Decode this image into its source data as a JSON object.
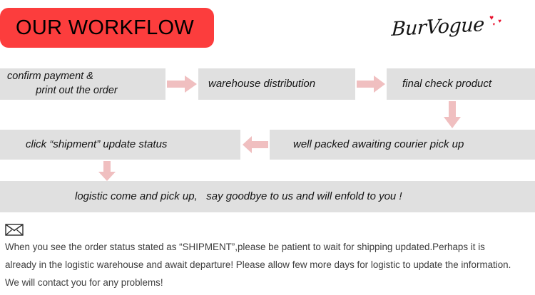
{
  "header": {
    "title": "OUR WORKFLOW",
    "banner_color": "#fc3d3d",
    "brand": "BurVogue",
    "heart_glyph": "♥"
  },
  "workflow": {
    "box_color": "#e0e0e0",
    "arrow_color": "#f0bfc0",
    "steps": [
      {
        "id": "confirm-payment",
        "line1": "confirm payment &",
        "line2": "          print out the order"
      },
      {
        "id": "warehouse-distribution",
        "label": "warehouse distribution"
      },
      {
        "id": "final-check-product",
        "label": "final check product"
      },
      {
        "id": "well-packed",
        "label": "well packed awaiting courier pick up"
      },
      {
        "id": "click-shipment",
        "label": "click “shipment” update status"
      },
      {
        "id": "logistic-pickup",
        "label": "logistic come and pick up,   say goodbye to us and will enfold to you !"
      }
    ],
    "arrows": [
      {
        "id": "arrow-right-1",
        "direction": "right"
      },
      {
        "id": "arrow-right-2",
        "direction": "right"
      },
      {
        "id": "arrow-down-1",
        "direction": "down"
      },
      {
        "id": "arrow-left-1",
        "direction": "left"
      },
      {
        "id": "arrow-down-2",
        "direction": "down"
      }
    ]
  },
  "note": {
    "icon": "envelope-icon",
    "lines": [
      "When you see the order status stated as “SHIPMENT”,please be patient to wait for shipping updated.Perhaps it is",
      "already in the logistic warehouse and await departure! Please allow few more days for logistic to update the information.",
      "We will contact you for any problems!"
    ]
  }
}
